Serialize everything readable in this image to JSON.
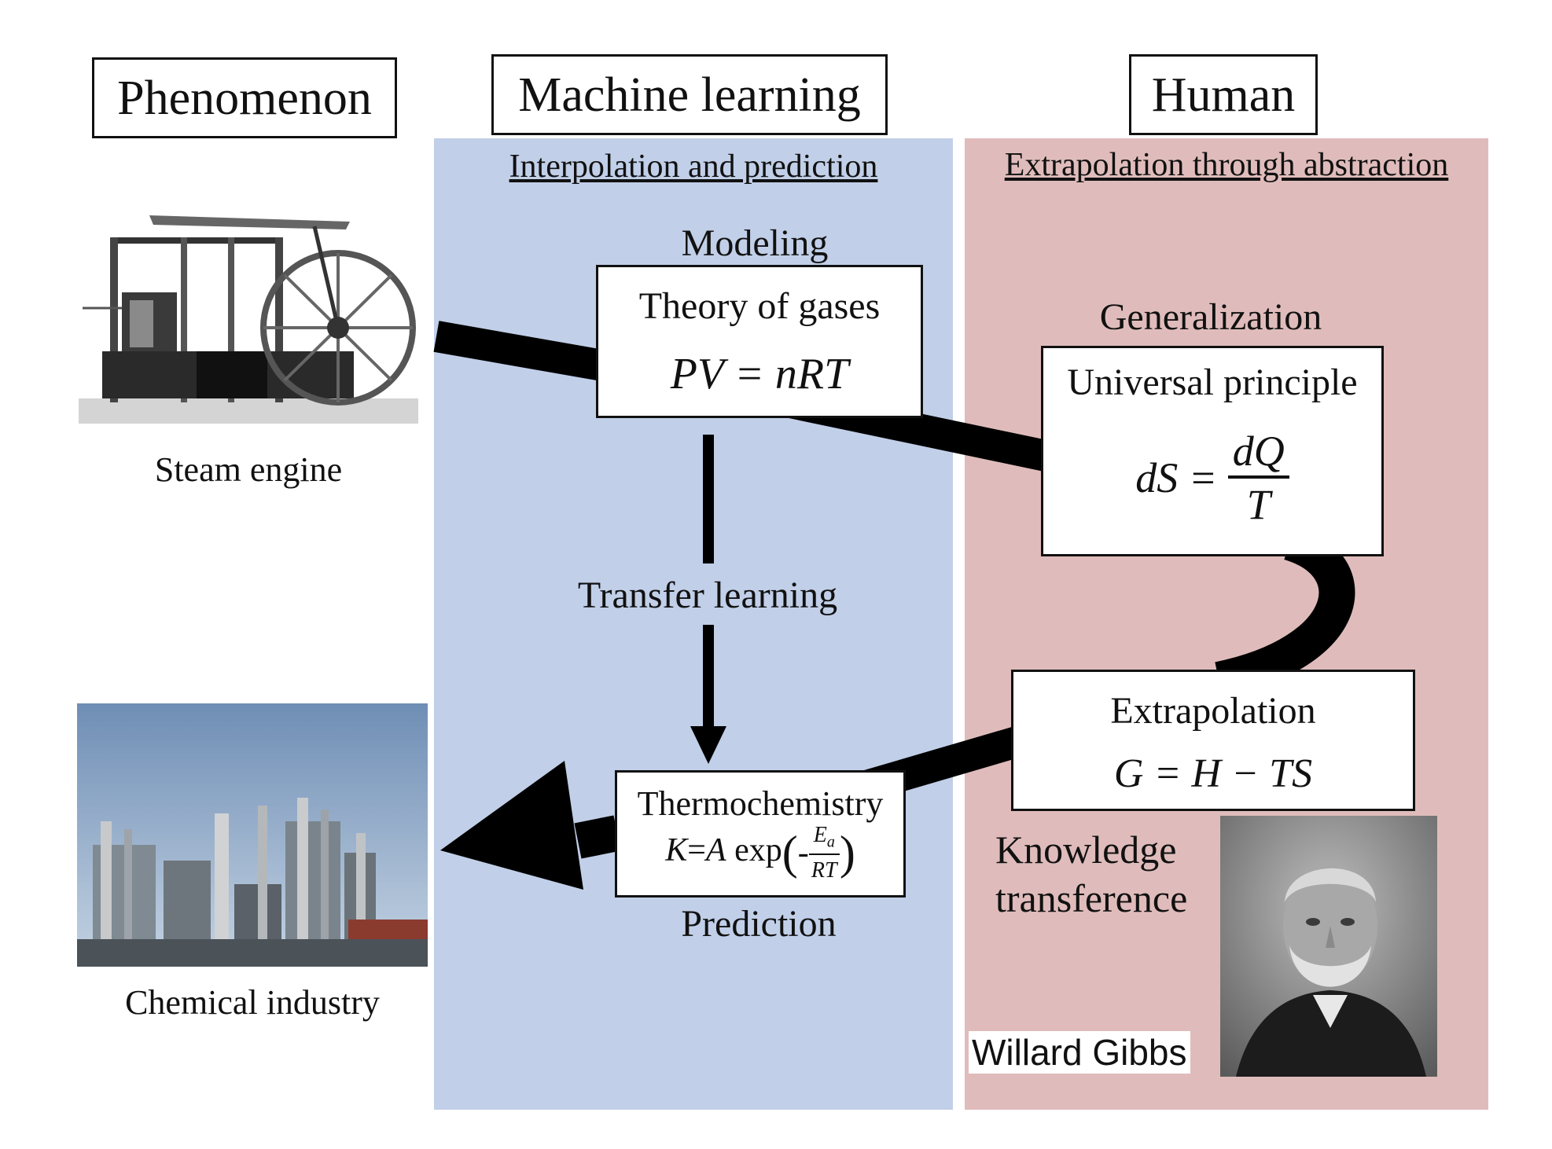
{
  "headers": {
    "phenomenon": "Phenomenon",
    "machine_learning": "Machine learning",
    "human": "Human"
  },
  "subtitles": {
    "ml": "Interpolation and prediction",
    "human": "Extrapolation through abstraction"
  },
  "phenomena": {
    "steam_engine": "Steam engine",
    "chemical_industry": "Chemical industry"
  },
  "ml": {
    "modeling_label": "Modeling",
    "theory_box_title": "Theory of gases",
    "theory_box_equation": "PV = nRT",
    "transfer_label": "Transfer learning",
    "thermo_box_title": "Thermochemistry",
    "thermo_eq_left": "K",
    "thermo_eq_mid": "=",
    "thermo_eq_a": "A",
    "thermo_eq_exp": "exp",
    "thermo_eq_minus": "-",
    "thermo_eq_num": "E",
    "thermo_eq_num_sub": "a",
    "thermo_eq_den": "RT",
    "prediction_label": "Prediction"
  },
  "human": {
    "generalization_label": "Generalization",
    "principle_box_title": "Universal principle",
    "principle_lhs": "dS =",
    "principle_num": "dQ",
    "principle_den": "T",
    "extrapolation_box_title": "Extrapolation",
    "extrapolation_equation": "G = H − TS",
    "knowledge_line1": "Knowledge",
    "knowledge_line2": "transference",
    "gibbs_name": "Willard Gibbs"
  },
  "colors": {
    "ml_panel": "#c1cfe8",
    "human_panel": "#dfbcbb",
    "arrow": "#000000"
  }
}
